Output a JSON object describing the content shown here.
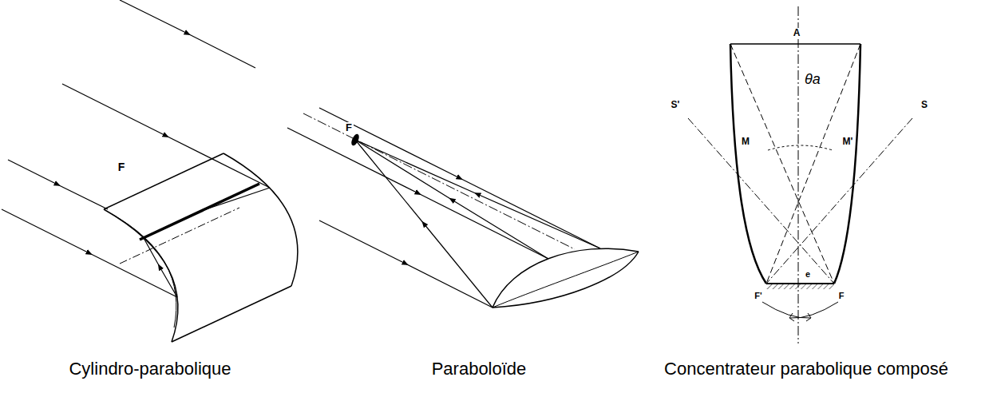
{
  "diagram": {
    "labels": [
      "F",
      "F",
      "A",
      "S'",
      "S",
      "M",
      "M'",
      "θa",
      "e",
      "F'",
      "F",
      "Cylindro-parabolique",
      "Paraboloïde",
      "Concentrateur parabolique composé"
    ]
  }
}
